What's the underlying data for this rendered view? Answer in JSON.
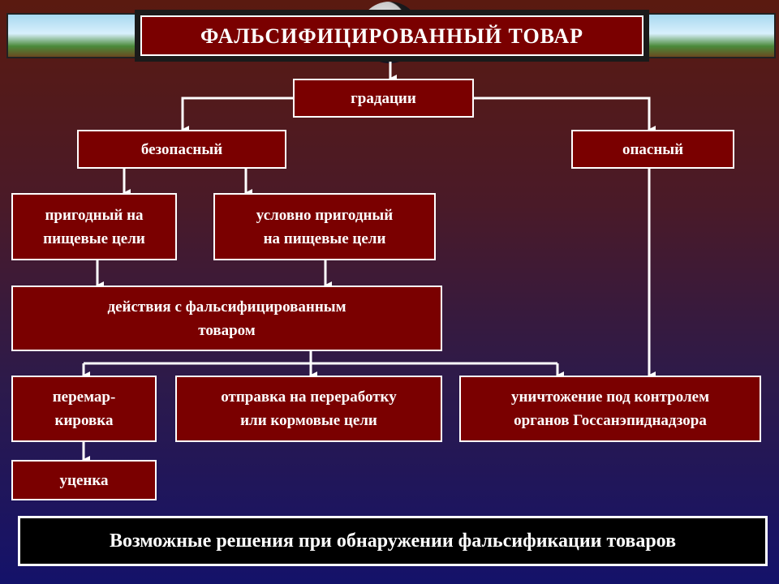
{
  "title": "ФАЛЬСИФИЦИРОВАННЫЙ  ТОВАР",
  "nodes": {
    "gradations": "градации",
    "safe": "безопасный",
    "dangerous": "опасный",
    "fit": "пригодный на\nпищевые цели",
    "cond_fit": "условно пригодный\nна пищевые цели",
    "actions": "действия с фальсифицированным\nтоваром",
    "relabel": "перемар-\nкировка",
    "processing": "отправка на переработку\nили кормовые цели",
    "destroy": "уничтожение под контролем\nорганов Госсанэпиднадзора",
    "discount": "уценка"
  },
  "footer": "Возможные решения при обнаружении фальсификации товаров",
  "colors": {
    "box_fill": "#7a0000",
    "box_border": "#ffffff",
    "connector": "#ffffff"
  }
}
